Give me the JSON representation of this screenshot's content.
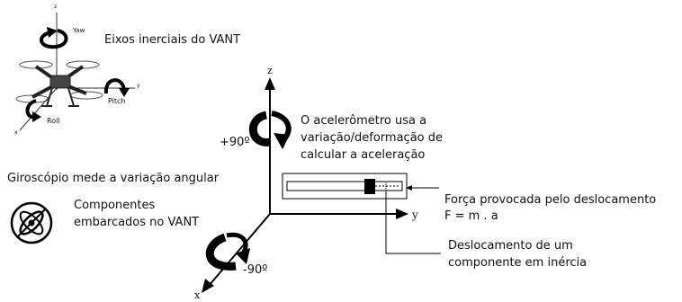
{
  "drone": {
    "title": "Eixos inerciais do VANT",
    "yaw": "Yaw",
    "pitch": "Pitch",
    "roll": "Roll",
    "axis_z": "z",
    "axis_y": "y",
    "axis_x": "x"
  },
  "axes": {
    "z": "z",
    "y": "y",
    "x": "x"
  },
  "rotation": {
    "plus": "+90º",
    "minus": "-90º"
  },
  "accelerometer_text": [
    "O acelerômetro usa a",
    "variação/deformação de",
    "calcular a aceleração"
  ],
  "gyroscope_text": "Giroscópio mede a variação angular",
  "components_text": [
    "Componentes",
    "embarcados no VANT"
  ],
  "force_text": [
    "Força provocada pelo deslocamento",
    "F = m . a"
  ],
  "displacement_text": [
    "Deslocamento de um",
    "componente em inércia"
  ],
  "icons": [
    "rotation-arrow-icon",
    "gyroscope-icon",
    "drone-icon"
  ]
}
